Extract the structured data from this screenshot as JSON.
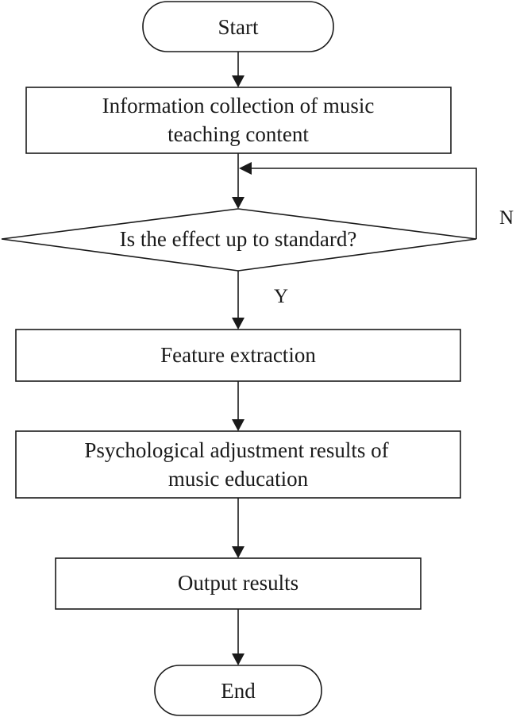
{
  "nodes": {
    "start": {
      "text": "Start"
    },
    "collect": {
      "line1": "Information collection of music",
      "line2": "teaching content"
    },
    "decision": {
      "text": "Is the effect up to standard?"
    },
    "feature": {
      "text": "Feature extraction"
    },
    "psych": {
      "line1": "Psychological adjustment results of",
      "line2": "music education"
    },
    "output": {
      "text": "Output results"
    },
    "end": {
      "text": "End"
    }
  },
  "edges": {
    "yes": {
      "text": "Y"
    },
    "no": {
      "text": "N"
    }
  }
}
